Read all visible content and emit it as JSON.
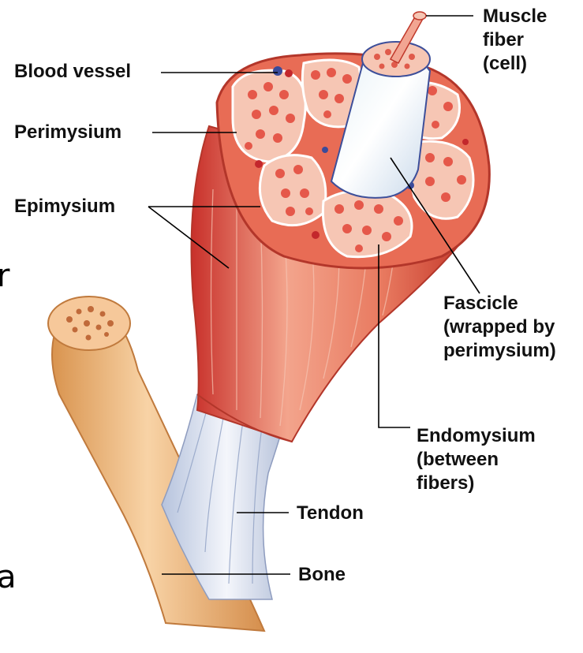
{
  "figure": {
    "labels": {
      "muscle_fiber": [
        "Muscle",
        "fiber",
        "(cell)"
      ],
      "blood_vessel": "Blood vessel",
      "perimysium": "Perimysium",
      "epimysium": "Epimysium",
      "fascicle": [
        "Fascicle",
        "(wrapped by",
        "perimysium)"
      ],
      "endomysium": [
        "Endomysium",
        "(between",
        "fibers)"
      ],
      "tendon": "Tendon",
      "bone": "Bone"
    },
    "edge_glyphs": {
      "upper": "r",
      "lower": "a"
    }
  },
  "colors": {
    "muscle_red": "#d9473a",
    "muscle_light": "#f2a08a",
    "fascicle_pink": "#f4c2b0",
    "fiber_red": "#e05a4a",
    "bone": "#e9b27a",
    "tendon": "#c9d4e6",
    "perimysium_blue": "#4a5aa8",
    "leader": "#000000"
  }
}
